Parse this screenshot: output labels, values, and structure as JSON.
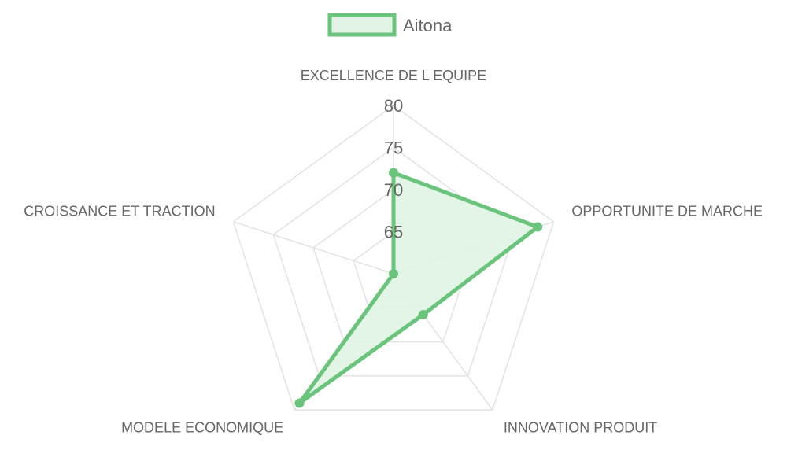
{
  "chart_data": {
    "type": "radar",
    "axes": [
      "EXCELLENCE DE L EQUIPE",
      "OPPORTUNITE DE MARCHE",
      "INNOVATION PRODUIT",
      "MODELE ECONOMIQUE",
      "CROISSANCE ET TRACTION"
    ],
    "r_min": 60,
    "r_max": 80,
    "ticks": [
      65,
      70,
      75,
      80
    ],
    "tick_labels": [
      "65",
      "70",
      "75",
      "80"
    ],
    "grid": true,
    "legend_position": "top",
    "series": [
      {
        "name": "Aitona",
        "values": [
          72,
          78,
          66,
          79,
          60
        ],
        "color": "#6bc47b",
        "fill": "#e2f4e5"
      }
    ]
  }
}
